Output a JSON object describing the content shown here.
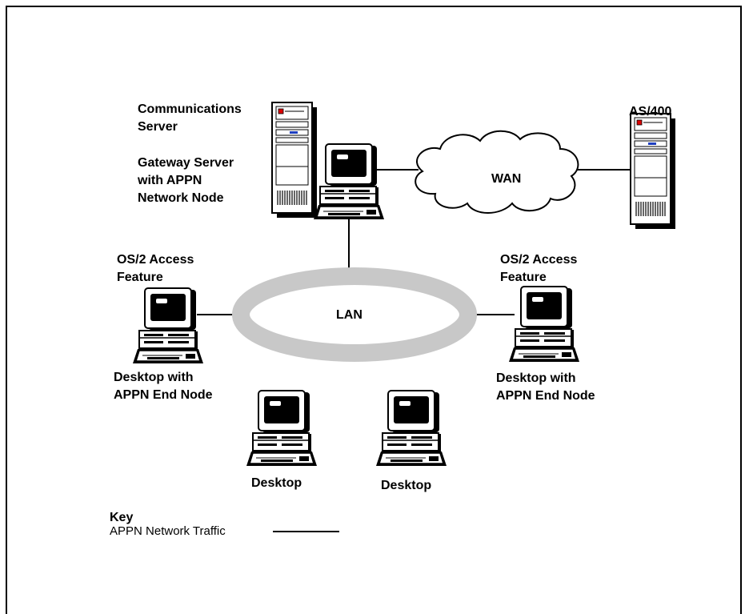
{
  "nodes": {
    "comm_server": {
      "line1": "Communications",
      "line2": "Server"
    },
    "gateway": {
      "line1": "Gateway Server",
      "line2": "with APPN",
      "line3": "Network Node"
    },
    "as400": {
      "label": "AS/400"
    },
    "wan": {
      "label": "WAN"
    },
    "lan": {
      "label": "LAN"
    },
    "left_access": {
      "line1": "OS/2 Access",
      "line2": "Feature"
    },
    "right_access": {
      "line1": "OS/2 Access",
      "line2": "Feature"
    },
    "left_desktop": {
      "line1": "Desktop with",
      "line2": "APPN End Node"
    },
    "right_desktop": {
      "line1": "Desktop with",
      "line2": "APPN End Node"
    },
    "desktop_a": {
      "label": "Desktop"
    },
    "desktop_b": {
      "label": "Desktop"
    }
  },
  "key": {
    "title": "Key",
    "traffic_label": "APPN Network Traffic"
  },
  "icons": [
    "server-tower-icon",
    "desktop-computer-icon",
    "cloud-icon",
    "ring-icon"
  ],
  "colors": {
    "lan_ring": "#c8c8c8",
    "ink": "#000000"
  }
}
